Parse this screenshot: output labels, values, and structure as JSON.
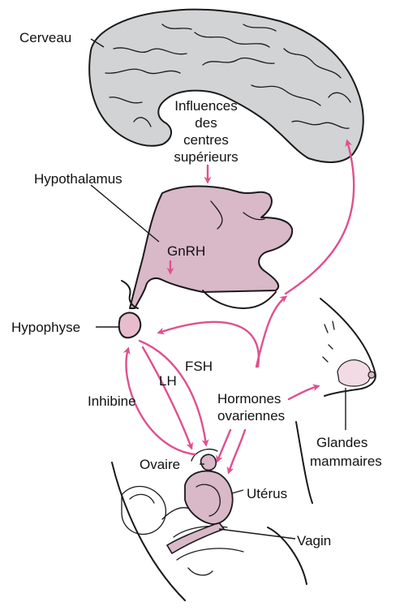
{
  "colors": {
    "arrow": "#e0508f",
    "tissue": "#d9b8c8",
    "brain": "#d2d3d5",
    "line": "#1a1a1a"
  },
  "labels": {
    "cerveau": "Cerveau",
    "influences": [
      "Influences",
      "des",
      "centres",
      "supérieurs"
    ],
    "hypothalamus": "Hypothalamus",
    "gnrh": "GnRH",
    "hypophyse": "Hypophyse",
    "fsh": "FSH",
    "lh": "LH",
    "inhibine": "Inhibine",
    "hormones": [
      "Hormones",
      "ovariennes"
    ],
    "glandes": [
      "Glandes",
      "mammaires"
    ],
    "ovaire": "Ovaire",
    "uterus": "Utérus",
    "vagin": "Vagin"
  }
}
